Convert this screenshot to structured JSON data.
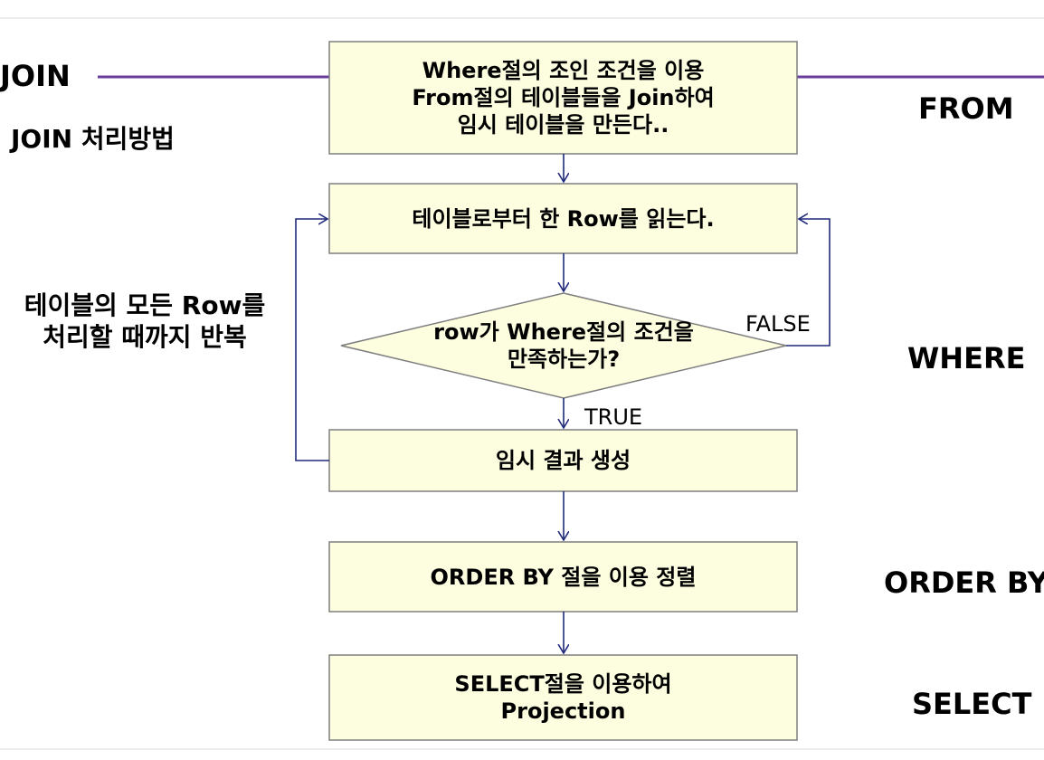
{
  "boxes": {
    "from_join": "Where절의 조인 조건을 이용\nFrom절의 테이블들을 Join하여\n임시 테이블을 만든다..",
    "read_row": "테이블로부터 한 Row를 읽는다.",
    "condition": "row가 Where절의 조건을\n만족하는가?",
    "temp_result": "임시 결과 생성",
    "order_by": "ORDER BY 절을 이용 정렬",
    "select": "SELECT절을 이용하여\nProjection"
  },
  "branches": {
    "false_label": "FALSE",
    "true_label": "TRUE"
  },
  "left_labels": {
    "join": "JOIN",
    "join_method": "JOIN 처리방법",
    "repeat": "테이블의 모든 Row를\n처리할 때까지 반복"
  },
  "right_labels": {
    "from": "FROM",
    "where": "WHERE",
    "order_by": "ORDER BY",
    "select": "SELECT"
  },
  "colors": {
    "box_fill": "#fdfde0",
    "box_border": "#7f7f7f",
    "arrow": "#1f2a7a",
    "join_line": "#6a3c9c",
    "rule": "#d8d8d8"
  }
}
